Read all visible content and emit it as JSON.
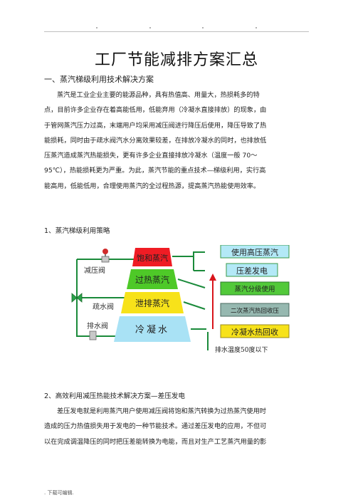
{
  "header": {
    "dots": [
      "·",
      "·",
      "·",
      "·"
    ]
  },
  "title": "工厂节能减排方案汇总",
  "section1": {
    "heading": "一、蒸汽梯级利用技术解决方案",
    "paragraph_lines": [
      "蒸汽是工业企业主要的能源品种，具有热值高、用量大，热损耗多的特",
      "点，目前许多企业存在着高能低用，低能弃用（冷凝水直接排放）的现象，由",
      "于管网蒸汽压力过高，末端用户均采用减压阀进行降压后使用，降压导致了热",
      "能损耗，同时由于疏水阀汽水分离效果较差，在排放冷凝水的同时，也排放低",
      "压蒸汽造成蒸汽热能损失，更有许多企业直接排放冷凝水（温度一般 70～",
      "95℃），热能损耗更为严重。为此，蒸汽节能的重点技术—梯级利用，实行高",
      "能高用，低能低用，合理使用蒸汽的全过程热源，提高蒸汽热能使用效率。"
    ],
    "sub_heading": "1、蒸汽梯级利用策略"
  },
  "diagram": {
    "valves": [
      "减压阀",
      "疏水阀",
      "排水阀"
    ],
    "layers": [
      {
        "label": "饱和蒸汽",
        "color": "#ef1c24"
      },
      {
        "label": "过热蒸汽",
        "color": "#4ec928"
      },
      {
        "label": "泄排蒸汽",
        "color": "#f7e21a"
      },
      {
        "label": "冷凝水",
        "color": "#a9e2f5"
      }
    ],
    "outputs": [
      {
        "label": "使用高压蒸汽",
        "color": "#b3e9f7"
      },
      {
        "label": "压差发电",
        "color": "#b3e9f7"
      },
      {
        "label": "蒸汽分级使用",
        "color": "#52c93a"
      },
      {
        "label": "二次蒸汽热回收压",
        "color": "#96b8b0"
      },
      {
        "label": "冷凝水热回收",
        "color": "#f7e21a"
      }
    ],
    "note": "排水温度50度以下",
    "colors": {
      "line": "#1a8a3a",
      "arrow": "#d8151b",
      "valve_red": "#d02b2b",
      "valve_green": "#2aa34a"
    }
  },
  "section2": {
    "heading": "2、高效利用减压热能技术解决方案—差压发电",
    "paragraph_lines": [
      "差压发电就是利用蒸汽用户使用减压阀将饱和蒸汽转换为过热蒸汽使用时",
      "造成的压力热值损失用于发电的一种节能技术。通过差压发电的应用，不但可",
      "以在完成调温降压的同时把压差能转换为电能，而且对生产工艺蒸汽用量的影"
    ]
  },
  "footer": ". 下载可编辑."
}
